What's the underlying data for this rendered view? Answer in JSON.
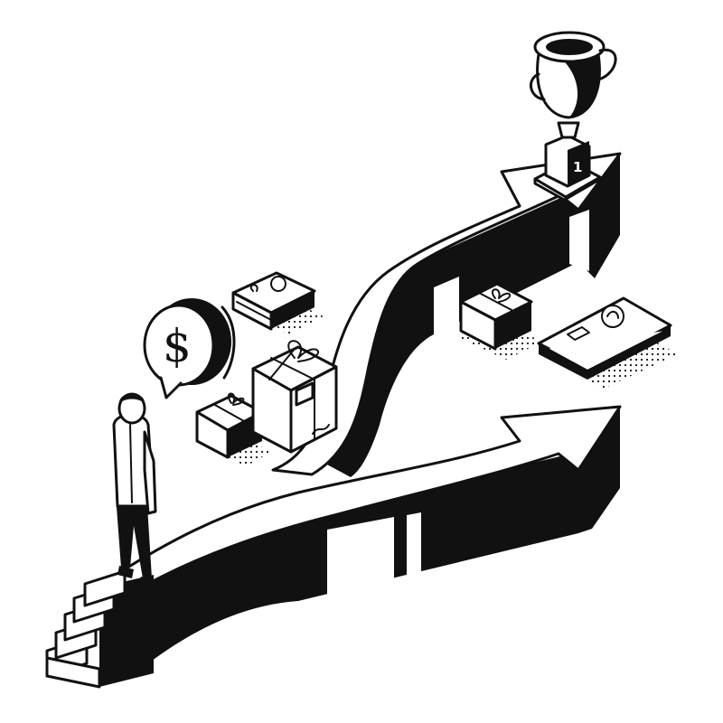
{
  "illustration": {
    "speech_bubble_symbol": "$",
    "trophy_pedestal_number": "1"
  },
  "colors": {
    "ink": "#111111",
    "paper": "#ffffff"
  },
  "icons": [
    "trophy-icon",
    "dollar-speech-bubble-icon",
    "gift-box-icon",
    "cash-bundle-icon",
    "wallet-icon",
    "person-figure",
    "staircase",
    "arrow-path"
  ]
}
